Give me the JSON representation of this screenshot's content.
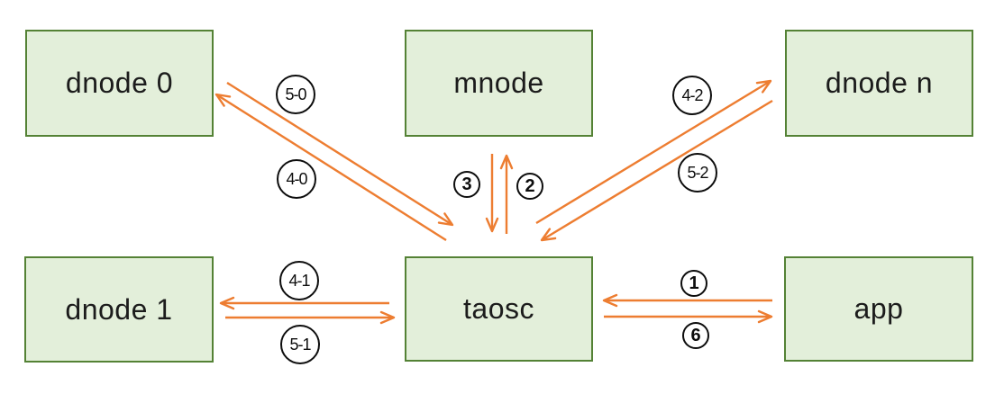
{
  "diagram": {
    "nodes": [
      {
        "id": "dnode0",
        "label": "dnode 0"
      },
      {
        "id": "mnode",
        "label": "mnode"
      },
      {
        "id": "dnoden",
        "label": "dnode n"
      },
      {
        "id": "dnode1",
        "label": "dnode 1"
      },
      {
        "id": "taosc",
        "label": "taosc"
      },
      {
        "id": "app",
        "label": "app"
      }
    ],
    "edges": [
      {
        "label": "1",
        "from": "app",
        "to": "taosc"
      },
      {
        "label": "2",
        "from": "taosc",
        "to": "mnode"
      },
      {
        "label": "3",
        "from": "mnode",
        "to": "taosc"
      },
      {
        "label": "4-0",
        "from": "taosc",
        "to": "dnode 0"
      },
      {
        "label": "5-0",
        "from": "dnode 0",
        "to": "taosc"
      },
      {
        "label": "4-1",
        "from": "taosc",
        "to": "dnode 1"
      },
      {
        "label": "5-1",
        "from": "dnode 1",
        "to": "taosc"
      },
      {
        "label": "4-2",
        "from": "taosc",
        "to": "dnode n"
      },
      {
        "label": "5-2",
        "from": "dnode n",
        "to": "taosc"
      },
      {
        "label": "6",
        "from": "taosc",
        "to": "app"
      }
    ],
    "colors": {
      "arrow": "#ED7D31",
      "node_border": "#548235",
      "node_fill": "#E3EFDA",
      "label_border": "#0D0D0D",
      "background": "#FFFFFF"
    }
  }
}
